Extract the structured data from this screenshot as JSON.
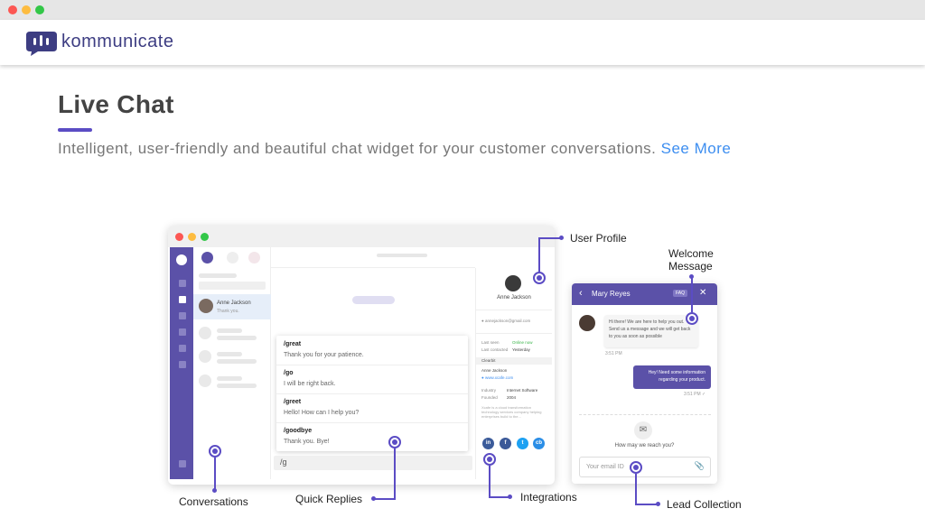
{
  "brand": {
    "name": "kommunicate"
  },
  "hero": {
    "title": "Live Chat",
    "subtitle": "Intelligent, user-friendly and beautiful chat widget for your customer conversations.",
    "see_more": "See More",
    "accent_color": "#5b4cc4",
    "link_color": "#3d8ef0"
  },
  "dashboard": {
    "conversation": {
      "name": "Anne Jackson",
      "preview": "Thank you."
    },
    "quick_replies": [
      {
        "command": "/great",
        "text": "Thank you for your patience."
      },
      {
        "command": "/go",
        "text": "I will be right back."
      },
      {
        "command": "/greet",
        "text": "Hello! How can I help you?"
      },
      {
        "command": "/goodbye",
        "text": "Thank you. Bye!"
      }
    ],
    "input_value": "/g",
    "profile": {
      "name": "Anne Jackson",
      "email": "annejackson@gmail.com",
      "last_seen_label": "Last seen",
      "last_seen_value": "Online now",
      "last_contacted_label": "Last contacted",
      "last_contacted_value": "Yesterday",
      "section": "Clearbit",
      "company_person": "Anne Jackson",
      "website": "www.xcafe.com",
      "industry_label": "Industry",
      "industry_value": "Internet Software",
      "founded_label": "Founded",
      "founded_value": "2004",
      "about": "Xcafe is a cloud transformation technology services company helping enterprises build to the...",
      "socials": [
        "in",
        "f",
        "t",
        "cb"
      ]
    }
  },
  "widget": {
    "agent_name": "Mary Reyes",
    "faq_label": "FAQ",
    "welcome_message": "Hi there! We are here to help you out. Send us a message and we will get back to you as soon as possible",
    "welcome_time": "3:51 PM",
    "user_message": "Hey! Need some information regarding your product.",
    "user_time": "3:51 PM",
    "reach_prompt": "How may we reach you?",
    "email_placeholder": "Your email ID"
  },
  "annotations": {
    "user_profile": "User Profile",
    "welcome_message_line1": "Welcome",
    "welcome_message_line2": "Message",
    "conversations": "Conversations",
    "quick_replies": "Quick Replies",
    "integrations": "Integrations",
    "lead_collection": "Lead Collection"
  }
}
